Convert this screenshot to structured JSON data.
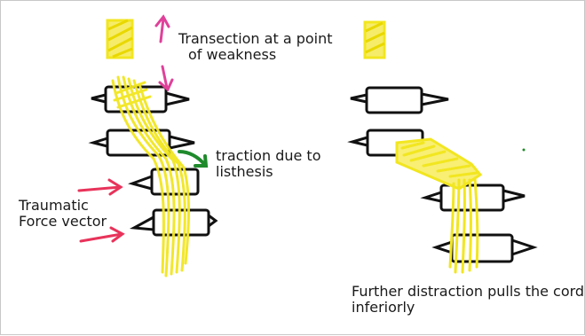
{
  "labels": {
    "transection_line1": "Transection at a point",
    "transection_line2": "of weakness",
    "traction_line1": "traction due to",
    "traction_line2": "listhesis",
    "force_line1": "Traumatic",
    "force_line2": "Force vector",
    "distraction_line1": "Further distraction pulls the cord",
    "distraction_line2": "inferiorly"
  },
  "colors": {
    "cord": "#f2e620",
    "vertebra_outline": "#111111",
    "force_arrow": "#e8335a",
    "transection_arrow": "#e0409a",
    "traction_arrow": "#1f8a2c",
    "text": "#1a1a1a"
  }
}
